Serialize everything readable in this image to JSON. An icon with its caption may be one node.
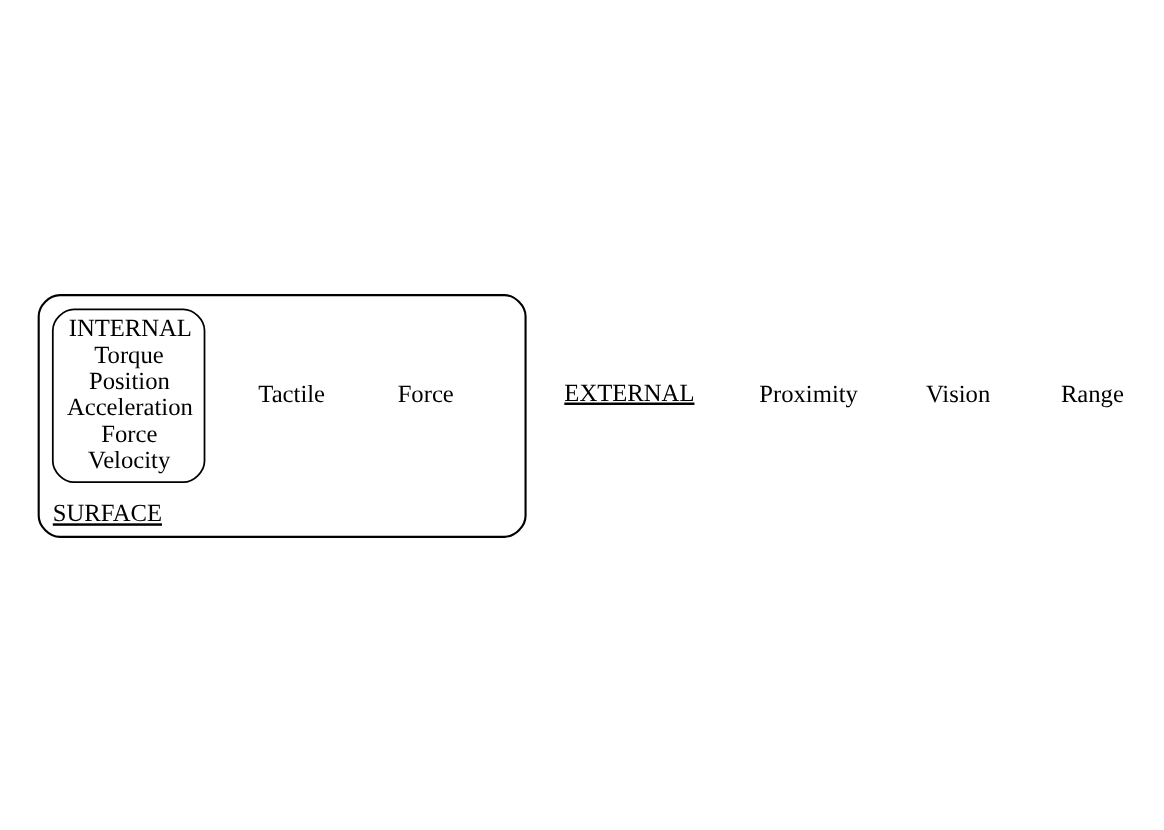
{
  "diagram": {
    "nodes": [
      {
        "text": [
          "SURFACE",
          "Tactile",
          "Force"
        ]
      },
      {
        "text": [
          "INTERNAL",
          "Torque",
          "Position",
          "Acceleration",
          "Force",
          "Velocity"
        ],
        "in": 0
      }
    ],
    "labels": [
      "EXTERNAL",
      "Proximity",
      "Vision",
      "Range"
    ]
  }
}
